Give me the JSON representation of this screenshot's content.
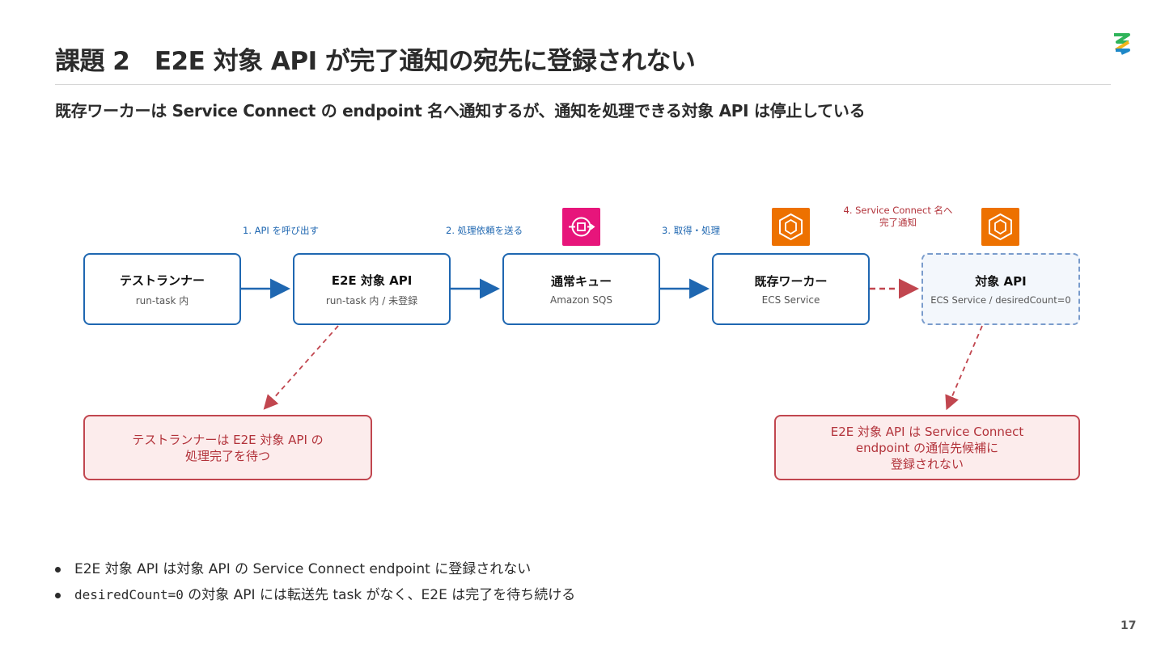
{
  "slide": {
    "title": "課題 2　E2E 対象 API が完了通知の宛先に登録されない",
    "subtitle": "既存ワーカーは Service Connect の endpoint 名へ通知するが、通知を処理できる対象 API は停止している",
    "page_number": "17"
  },
  "diagram": {
    "nodes": {
      "runner": {
        "title": "テストランナー",
        "subtitle": "run-task 内"
      },
      "e2e_api": {
        "title": "E2E 対象 API",
        "subtitle": "run-task 内 / 未登録"
      },
      "queue": {
        "title": "通常キュー",
        "subtitle": "Amazon SQS"
      },
      "worker": {
        "title": "既存ワーカー",
        "subtitle": "ECS Service"
      },
      "target_api": {
        "title": "対象 API",
        "subtitle": "ECS Service / desiredCount=0"
      }
    },
    "edges": {
      "e1": "1. API を呼び出す",
      "e2": "2. 処理依頼を送る",
      "e3": "3. 取得・処理",
      "e4_line1": "4. Service Connect 名へ",
      "e4_line2": "完了通知"
    },
    "notes": {
      "left_line1": "テストランナーは E2E 対象 API の",
      "left_line2": "処理完了を待つ",
      "right_line1": "E2E 対象 API は Service Connect",
      "right_line2": "endpoint の通信先候補に",
      "right_line3": "登録されない"
    },
    "icons": {
      "queue": "amazon-sqs-icon",
      "worker": "amazon-ecs-icon",
      "target_api": "amazon-ecs-icon"
    },
    "colors": {
      "flow_blue": "#1f67b1",
      "alert_red": "#c1464f",
      "sqs_pink": "#e7157b",
      "ecs_orange": "#ed7100"
    }
  },
  "bullets": [
    {
      "text": "E2E 対象 API は対象 API の Service Connect endpoint に登録されない"
    },
    {
      "code": "desiredCount=0",
      "text": " の対象 API には転送先 task がなく、E2E は完了を待ち続ける"
    }
  ]
}
